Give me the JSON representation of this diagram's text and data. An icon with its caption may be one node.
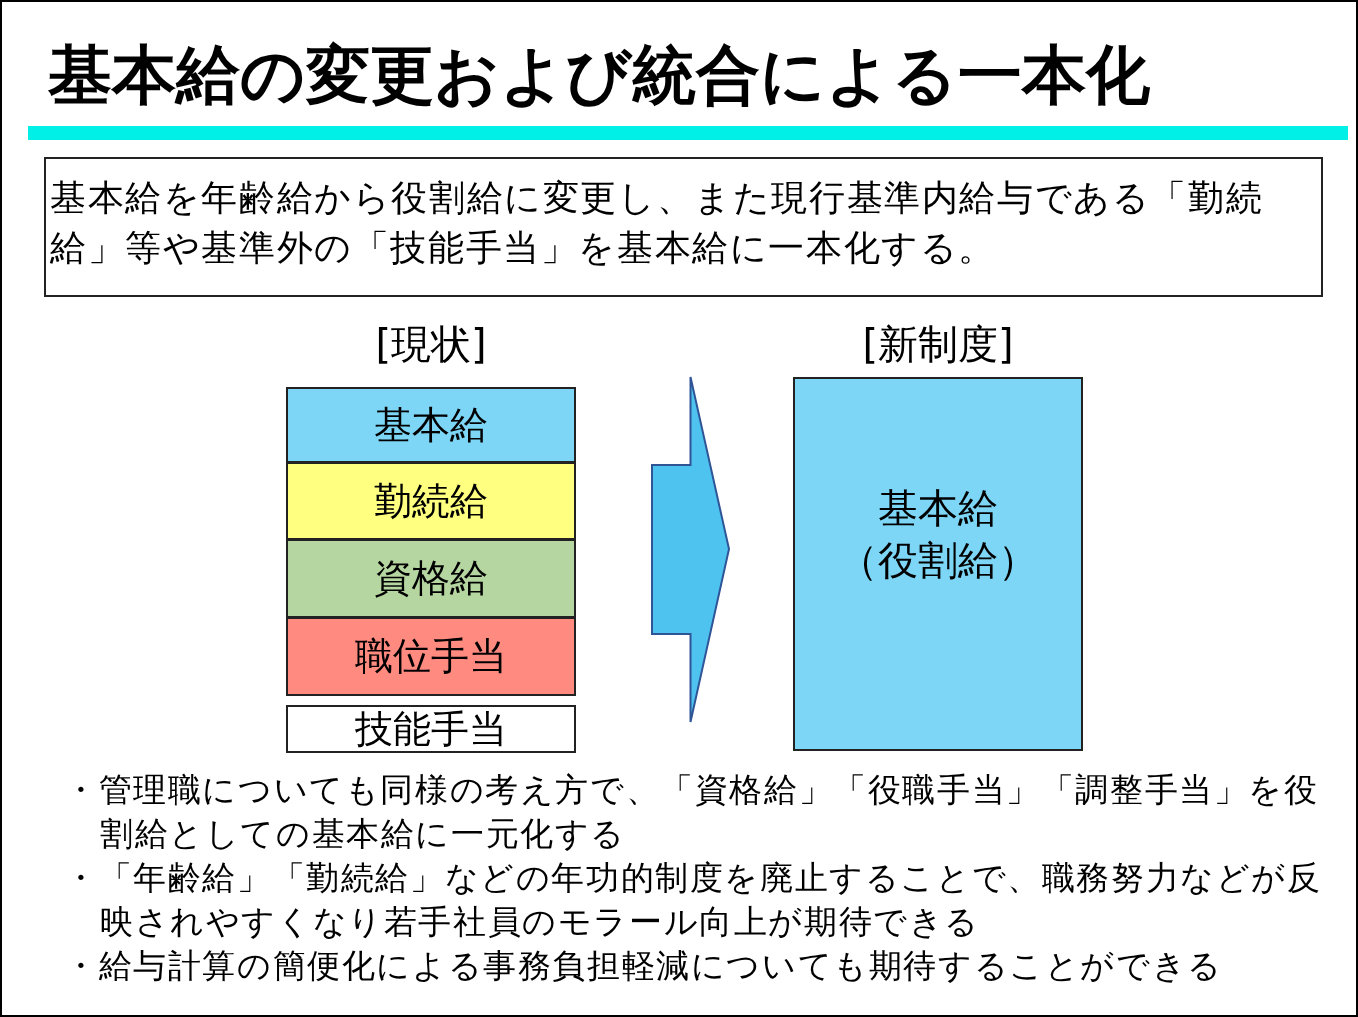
{
  "diagram": {
    "title": "基本給の変更および統合による一本化",
    "nodes": [
      {
        "text": [
          "基本給を年齢給から役割給に変更し、また現行基準内給与である「勤続給」等や基準外の「技能手当」を基本給に一本化する。"
        ]
      },
      {
        "text": [
          "[現状]"
        ]
      },
      {
        "text": [
          "基本給"
        ],
        "in": 1
      },
      {
        "text": [
          "勤続給"
        ],
        "in": 1
      },
      {
        "text": [
          "資格給"
        ],
        "in": 1
      },
      {
        "text": [
          "職位手当"
        ],
        "in": 1
      },
      {
        "text": [
          "技能手当"
        ],
        "in": 1
      },
      {
        "text": [
          "[新制度]",
          "基本給",
          "（役割給）"
        ]
      }
    ],
    "edges": [
      {
        "from": 1,
        "to": 7,
        "arrow": "to"
      }
    ],
    "labels": [
      "・管理職についても同様の考え方で、「資格給」「役職手当」「調整手当」を役割給としての基本給に一元化する",
      "・「年齢給」「勤続給」などの年功的制度を廃止することで、職務努力などが反映されやすくなり若手社員のモラール向上が期待できる",
      "・給与計算の簡便化による事務負担軽減についても期待することができる"
    ]
  }
}
